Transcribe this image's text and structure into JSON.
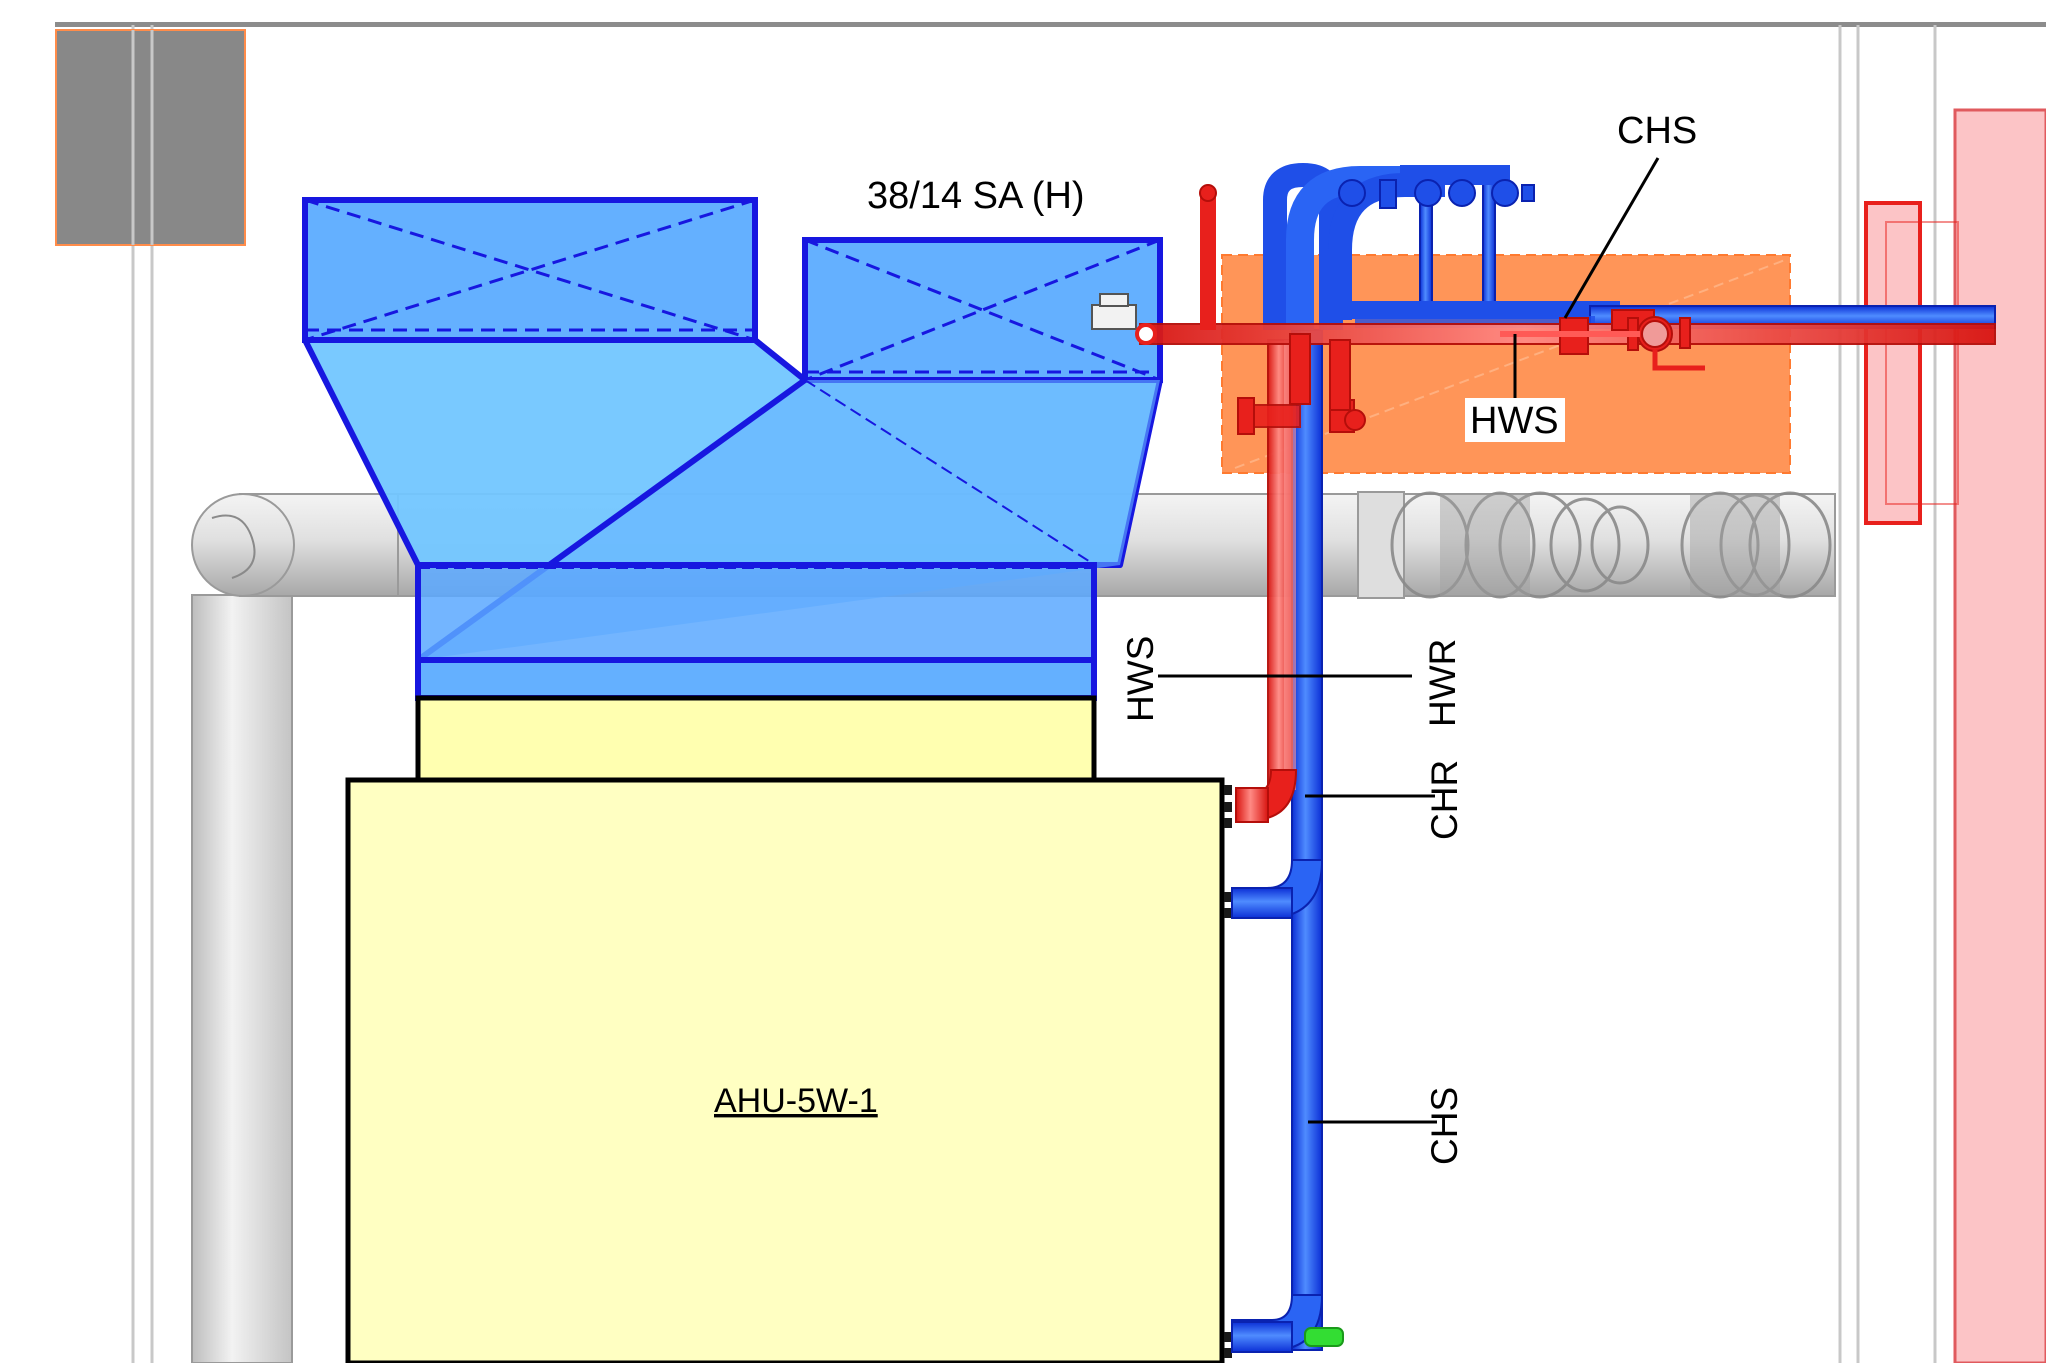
{
  "labels": {
    "duct_size": "38/14 SA (H)",
    "unit_tag": "AHU-5W-1",
    "chs_top": "CHS",
    "hws_top": "HWS",
    "hws_vertical": "HWS",
    "hwr_vertical": "HWR",
    "chr_vertical": "CHR",
    "chs_vertical": "CHS"
  },
  "colors": {
    "chilled_water": "#1f4fe8",
    "hot_water": "#e8201c",
    "supply_duct": "#5aa8ff",
    "duct_outline": "#1717e0",
    "unit_fill": "#ffffc2",
    "access_zone": "#ff8c4a",
    "existing_duct": "#c9c9c9",
    "wall_zone": "#fcc4c6"
  }
}
